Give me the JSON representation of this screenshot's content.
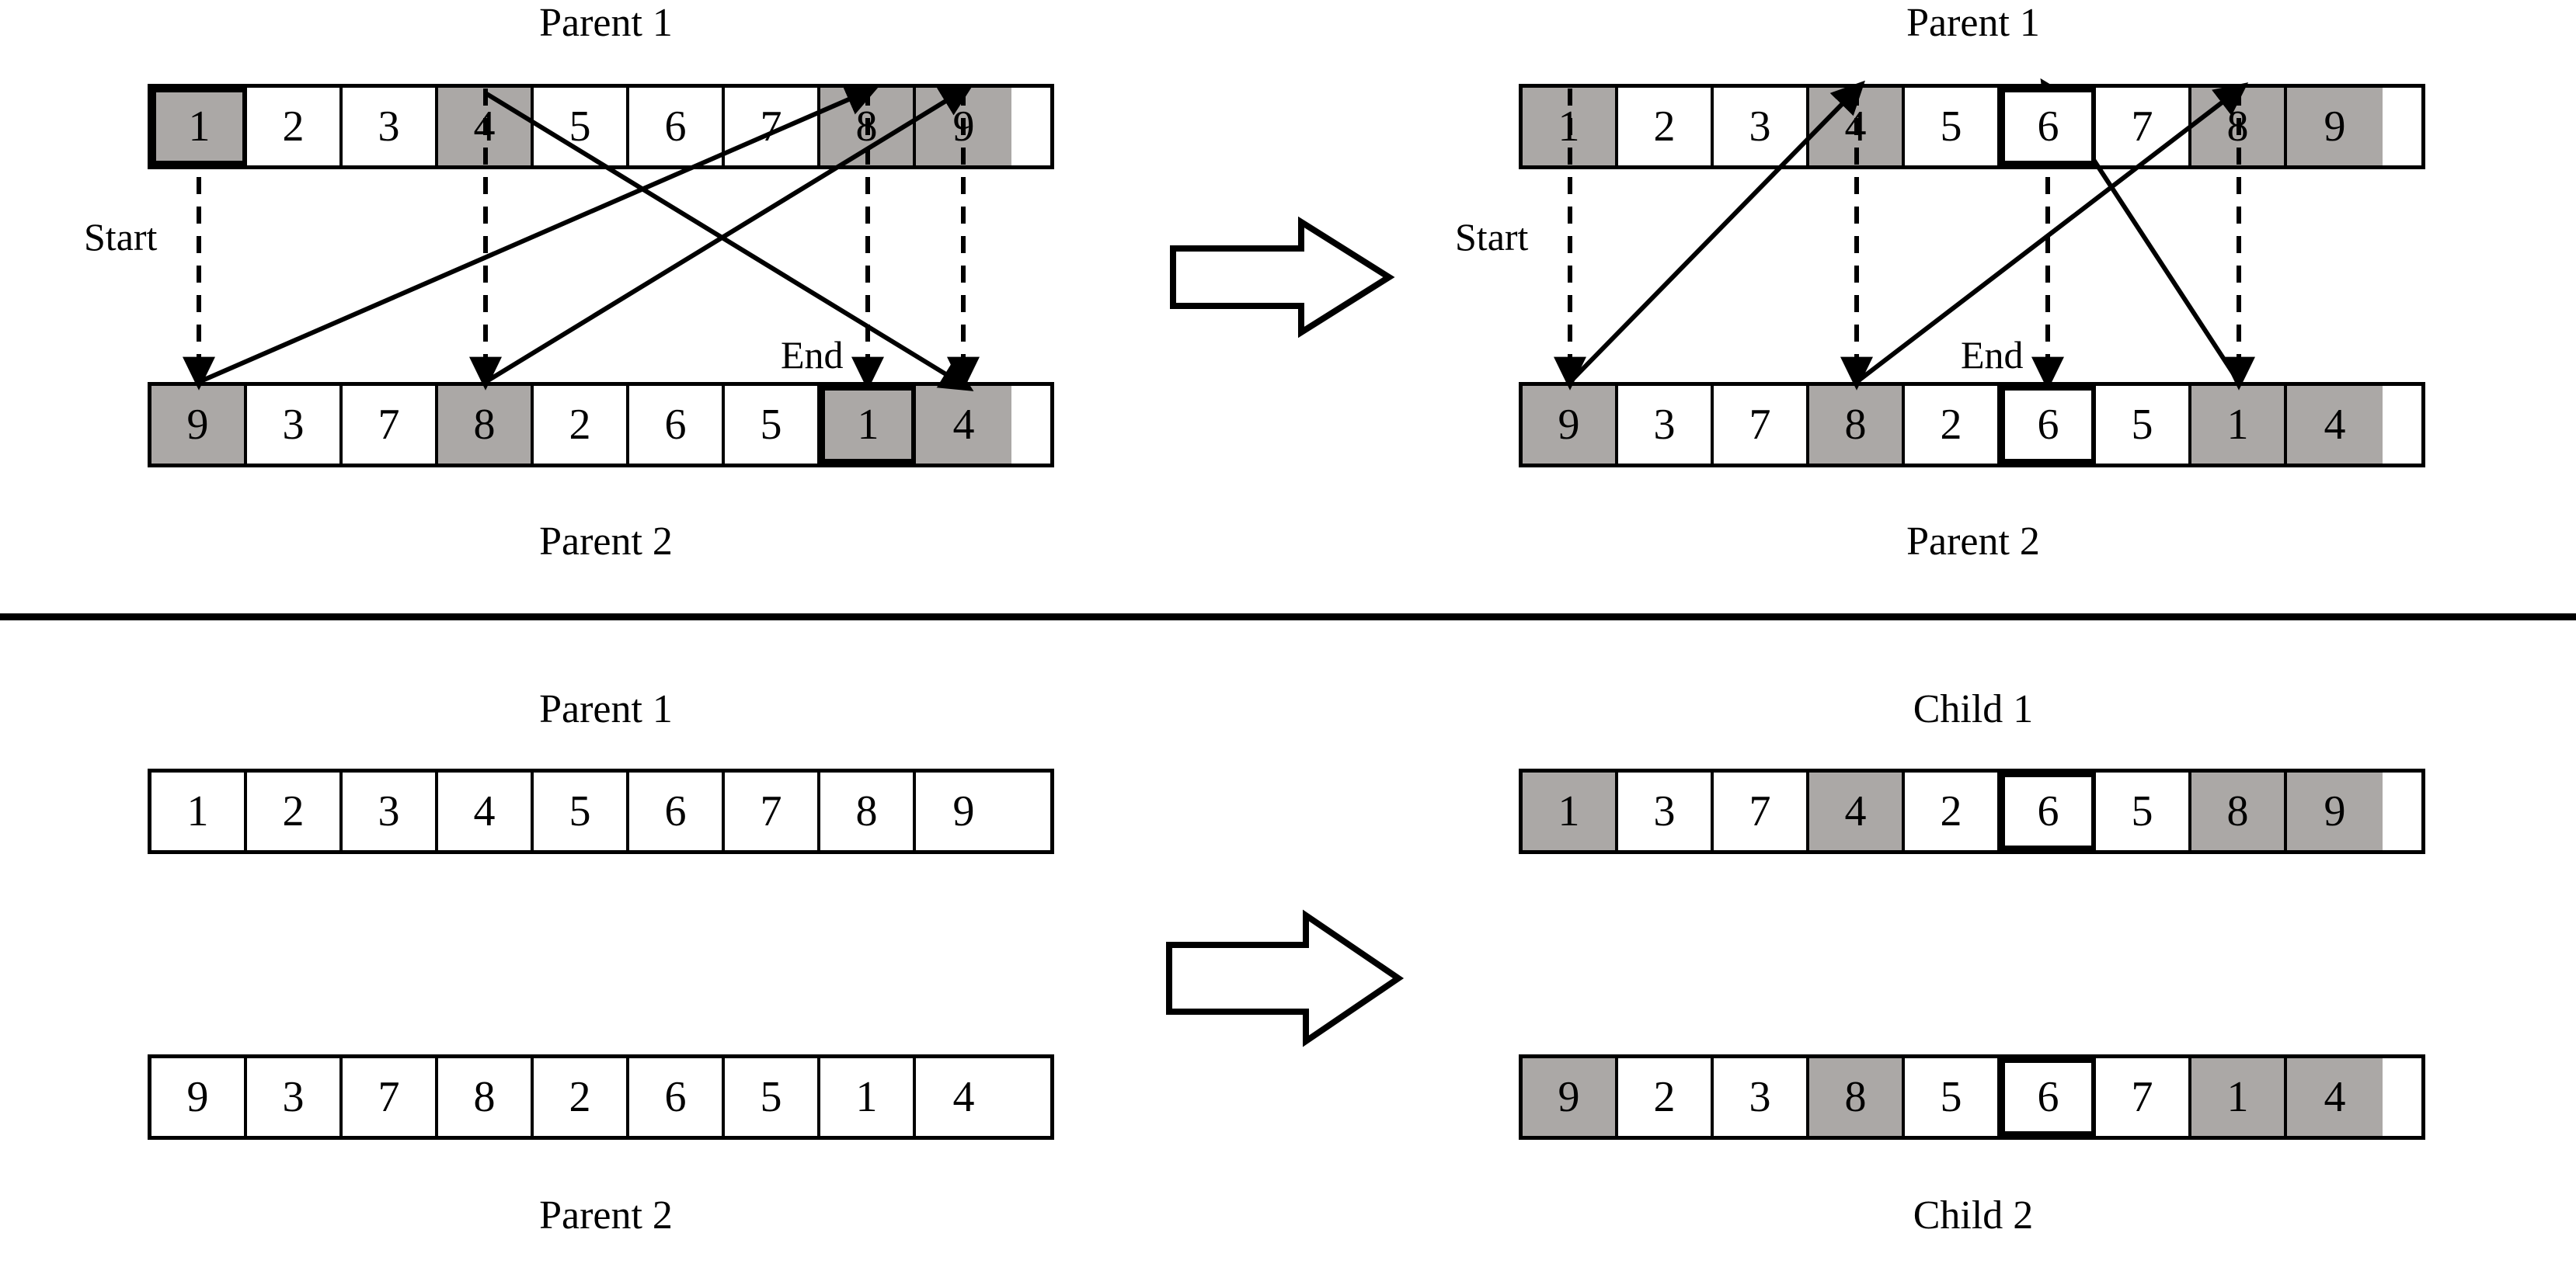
{
  "figure": {
    "title_top_left": "Parent 1",
    "title_top_left_bottom": "Parent 2",
    "title_top_right": "Parent 1",
    "title_top_right_bottom": "Parent 2",
    "title_bottom_left": "Parent 1",
    "title_bottom_left_bottom": "Parent 2",
    "title_bottom_right": "Child 1",
    "title_bottom_right_bottom": "Child 2",
    "label_start": "Start",
    "label_end": "End",
    "colors": {
      "shaded_cell": "#aba8a6",
      "cell_fill": "#ffffff",
      "stroke": "#000000",
      "background": "#ffffff"
    }
  },
  "panels": {
    "top_left": {
      "parent1": {
        "label": "Parent 1",
        "values": [
          "1",
          "2",
          "3",
          "4",
          "5",
          "6",
          "7",
          "8",
          "9"
        ],
        "shaded": [
          0,
          3,
          7,
          8
        ],
        "boxed": [
          0
        ]
      },
      "parent2": {
        "label": "Parent 2",
        "values": [
          "9",
          "3",
          "7",
          "8",
          "2",
          "6",
          "5",
          "1",
          "4"
        ],
        "shaded": [
          0,
          3,
          7,
          8
        ],
        "boxed": [
          7
        ]
      },
      "start_label": "Start",
      "end_label": "End"
    },
    "top_right": {
      "parent1": {
        "label": "Parent 1",
        "values": [
          "1",
          "2",
          "3",
          "4",
          "5",
          "6",
          "7",
          "8",
          "9"
        ],
        "shaded": [
          0,
          3,
          7,
          8
        ],
        "boxed": [
          5
        ]
      },
      "parent2": {
        "label": "Parent 2",
        "values": [
          "9",
          "3",
          "7",
          "8",
          "2",
          "6",
          "5",
          "1",
          "4"
        ],
        "shaded": [
          0,
          3,
          7,
          8
        ],
        "boxed": [
          5
        ]
      },
      "start_label": "Start",
      "end_label": "End"
    },
    "bottom_left": {
      "parent1": {
        "label": "Parent 1",
        "values": [
          "1",
          "2",
          "3",
          "4",
          "5",
          "6",
          "7",
          "8",
          "9"
        ],
        "shaded": [],
        "boxed": []
      },
      "parent2": {
        "label": "Parent 2",
        "values": [
          "9",
          "3",
          "7",
          "8",
          "2",
          "6",
          "5",
          "1",
          "4"
        ],
        "shaded": [],
        "boxed": []
      }
    },
    "bottom_right": {
      "child1": {
        "label": "Child 1",
        "values": [
          "1",
          "3",
          "7",
          "4",
          "2",
          "6",
          "5",
          "8",
          "9"
        ],
        "shaded": [
          0,
          3,
          7,
          8
        ],
        "boxed": [
          5
        ]
      },
      "child2": {
        "label": "Child 2",
        "values": [
          "9",
          "2",
          "3",
          "8",
          "5",
          "6",
          "7",
          "1",
          "4"
        ],
        "shaded": [
          0,
          3,
          7,
          8
        ],
        "boxed": [
          5
        ]
      }
    }
  },
  "transform_arrows": {
    "top": "block-arrow-right",
    "bottom": "block-arrow-right"
  }
}
